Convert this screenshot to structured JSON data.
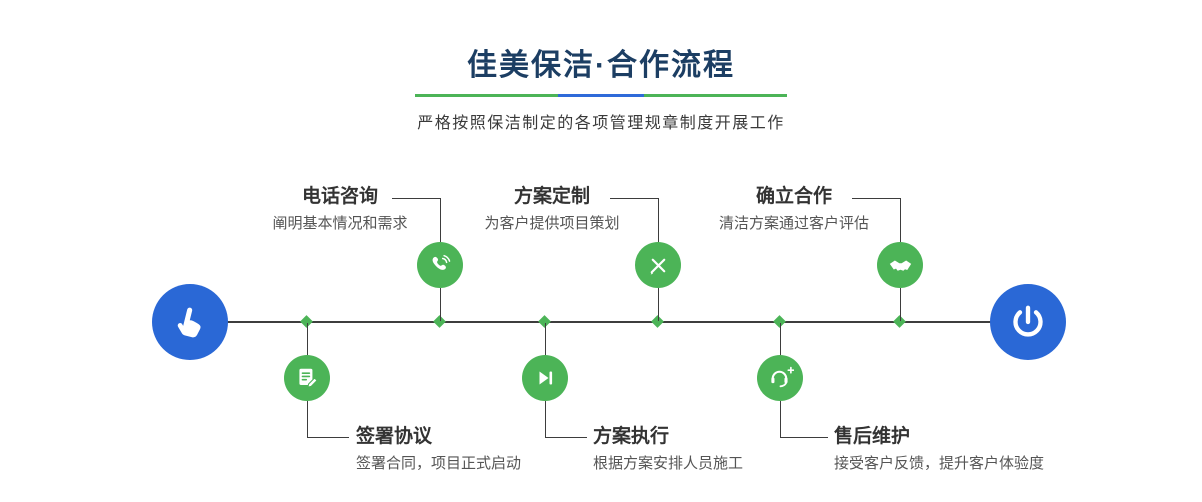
{
  "header": {
    "title": "佳美保洁·合作流程",
    "subtitle": "严格按照保洁制定的各项管理规章制度开展工作"
  },
  "colors": {
    "accent_green": "#4cb457",
    "accent_blue": "#2a68d6",
    "divider_blue": "#2f6ad9",
    "title_navy": "#1c3e63",
    "line_dark": "#3d3d3d"
  },
  "timeline": {
    "start_icon": "pointing-hand-icon",
    "end_icon": "power-icon",
    "steps_top": [
      {
        "label": "电话咨询",
        "desc": "阐明基本情况和需求",
        "icon": "phone-icon"
      },
      {
        "label": "方案定制",
        "desc": "为客户提供项目策划",
        "icon": "design-pencil-icon"
      },
      {
        "label": "确立合作",
        "desc": "清洁方案通过客户评估",
        "icon": "handshake-icon"
      }
    ],
    "steps_bottom": [
      {
        "label": "签署协议",
        "desc": "签署合同，项目正式启动",
        "icon": "contract-signing-icon"
      },
      {
        "label": "方案执行",
        "desc": "根据方案安排人员施工",
        "icon": "play-icon"
      },
      {
        "label": "售后维护",
        "desc": "接受客户反馈，提升客户体验度",
        "icon": "headset-support-icon"
      }
    ]
  }
}
